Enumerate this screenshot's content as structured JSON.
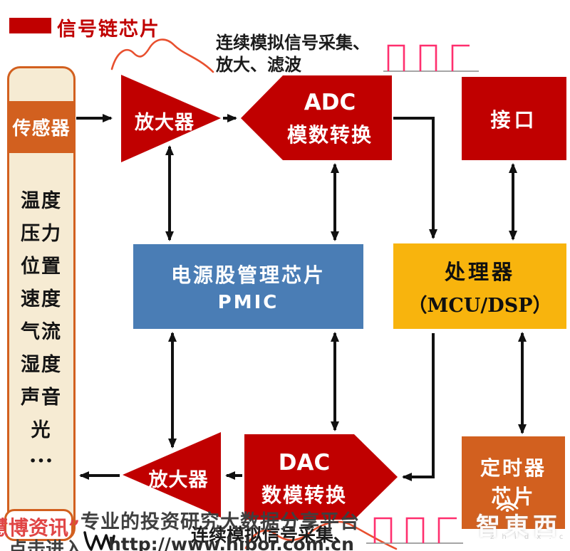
{
  "legend": {
    "swatch_color": "#C00000",
    "label": "信号链芯片"
  },
  "annotations": {
    "top_line1": "连续模拟信号采集、",
    "top_line2": "放大、滤波",
    "bottom_line": "连续模拟信号采集、"
  },
  "sensor_panel": {
    "title": "传感器",
    "items": [
      "温度",
      "压力",
      "位置",
      "速度",
      "气流",
      "湿度",
      "声音",
      "光",
      "···"
    ]
  },
  "blocks": {
    "amplifier_top": {
      "label": "放大器"
    },
    "adc": {
      "line1": "ADC",
      "line2": "模数转换"
    },
    "interface": {
      "label": "接口"
    },
    "pmic": {
      "line1": "电源股管理芯片",
      "line2": "PMIC"
    },
    "processor": {
      "line1": "处理器",
      "line2": "（MCU/DSP）"
    },
    "dac": {
      "line1": "DAC",
      "line2": "数模转换"
    },
    "amplifier_bottom": {
      "label": "放大器"
    },
    "timer": {
      "line1": "定时器",
      "line2": "芯片"
    }
  },
  "watermarks": {
    "brand": "慧博资讯”",
    "slogan": "专业的投资研究大数据分享平台",
    "enter": "点击进入",
    "url": "http://www.hibor.com.cn",
    "logo": "智東西",
    "logo_domain": "z h i d x . c o m"
  },
  "icons": {
    "analog_wave": "analog-waveform-squiggle",
    "digital_wave": "digital-square-pulses",
    "scribble": "hand-drawn-mark",
    "wifi": "wifi-arcs"
  },
  "colors": {
    "red": "#C00000",
    "orange": "#D2601F",
    "cream": "#F6EBD3",
    "blue": "#4A7DB5",
    "yellow": "#F8B40D",
    "ink": "#111111",
    "pink": "#FF2F6E",
    "wave": "#E8502F",
    "gray-text": "#3F3F3F",
    "brand-red": "#E04545",
    "logo-gray": "#CFCFCF"
  }
}
